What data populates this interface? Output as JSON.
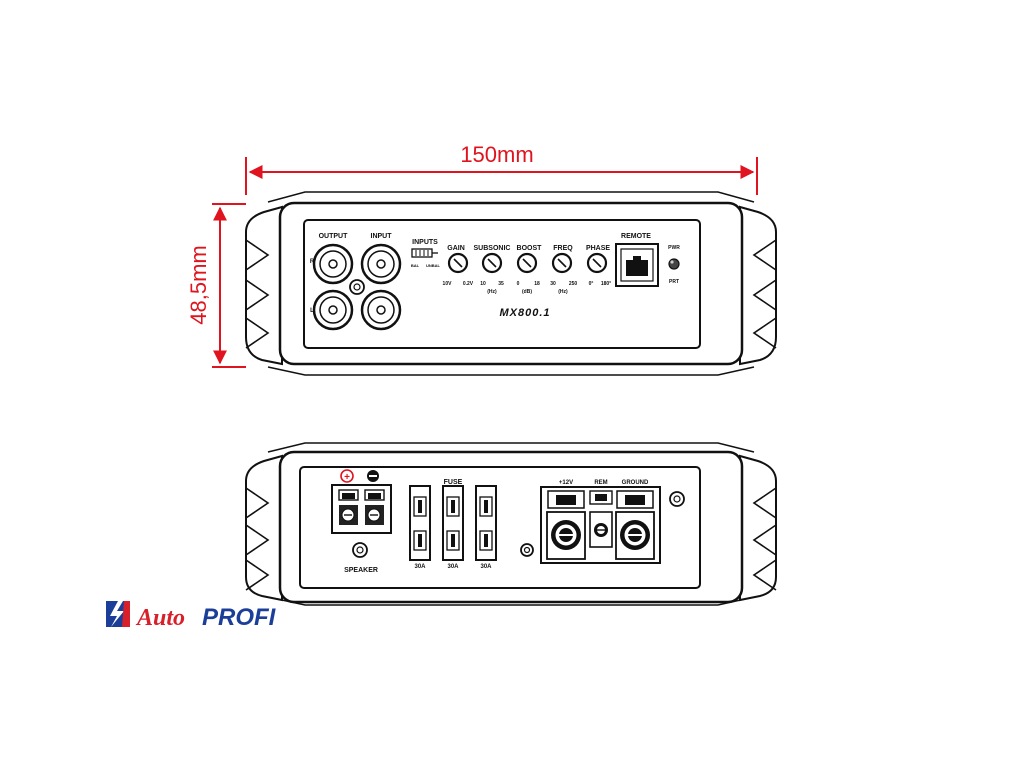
{
  "dimensions": {
    "width_label": "150mm",
    "height_label": "48,5mm",
    "dimension_color": "#e0141e"
  },
  "front_panel": {
    "output_label": "OUTPUT",
    "input_label": "INPUT",
    "channel_r": "R",
    "channel_l": "L",
    "inputs_label": "INPUTS",
    "switch_bal": "BAL",
    "switch_unbal": "UNBAL",
    "gain": {
      "label": "GAIN",
      "min": "10V",
      "max": "0.2V"
    },
    "subsonic": {
      "label": "SUBSONIC",
      "min": "10",
      "max": "35",
      "unit": "(Hz)"
    },
    "boost": {
      "label": "BOOST",
      "min": "0",
      "max": "18",
      "unit": "(dB)"
    },
    "freq": {
      "label": "FREQ",
      "min": "30",
      "max": "250",
      "unit": "(Hz)"
    },
    "phase": {
      "label": "PHASE",
      "min": "0°",
      "max": "180°"
    },
    "remote_label": "REMOTE",
    "pwr_label": "PWR",
    "prt_label": "PRT",
    "model": "MX800.1"
  },
  "rear_panel": {
    "plus_symbol": "+",
    "minus_symbol": "−",
    "speaker_label": "SPEAKER",
    "fuse_label": "FUSE",
    "fuse_ratings": [
      "30A",
      "30A",
      "30A"
    ],
    "plus12v_label": "+12V",
    "rem_label": "REM",
    "ground_label": "GROUND"
  },
  "logo": {
    "part1": "Auto",
    "part2": "PROFI",
    "color1": "#d8202a",
    "color2": "#1b3f99"
  }
}
